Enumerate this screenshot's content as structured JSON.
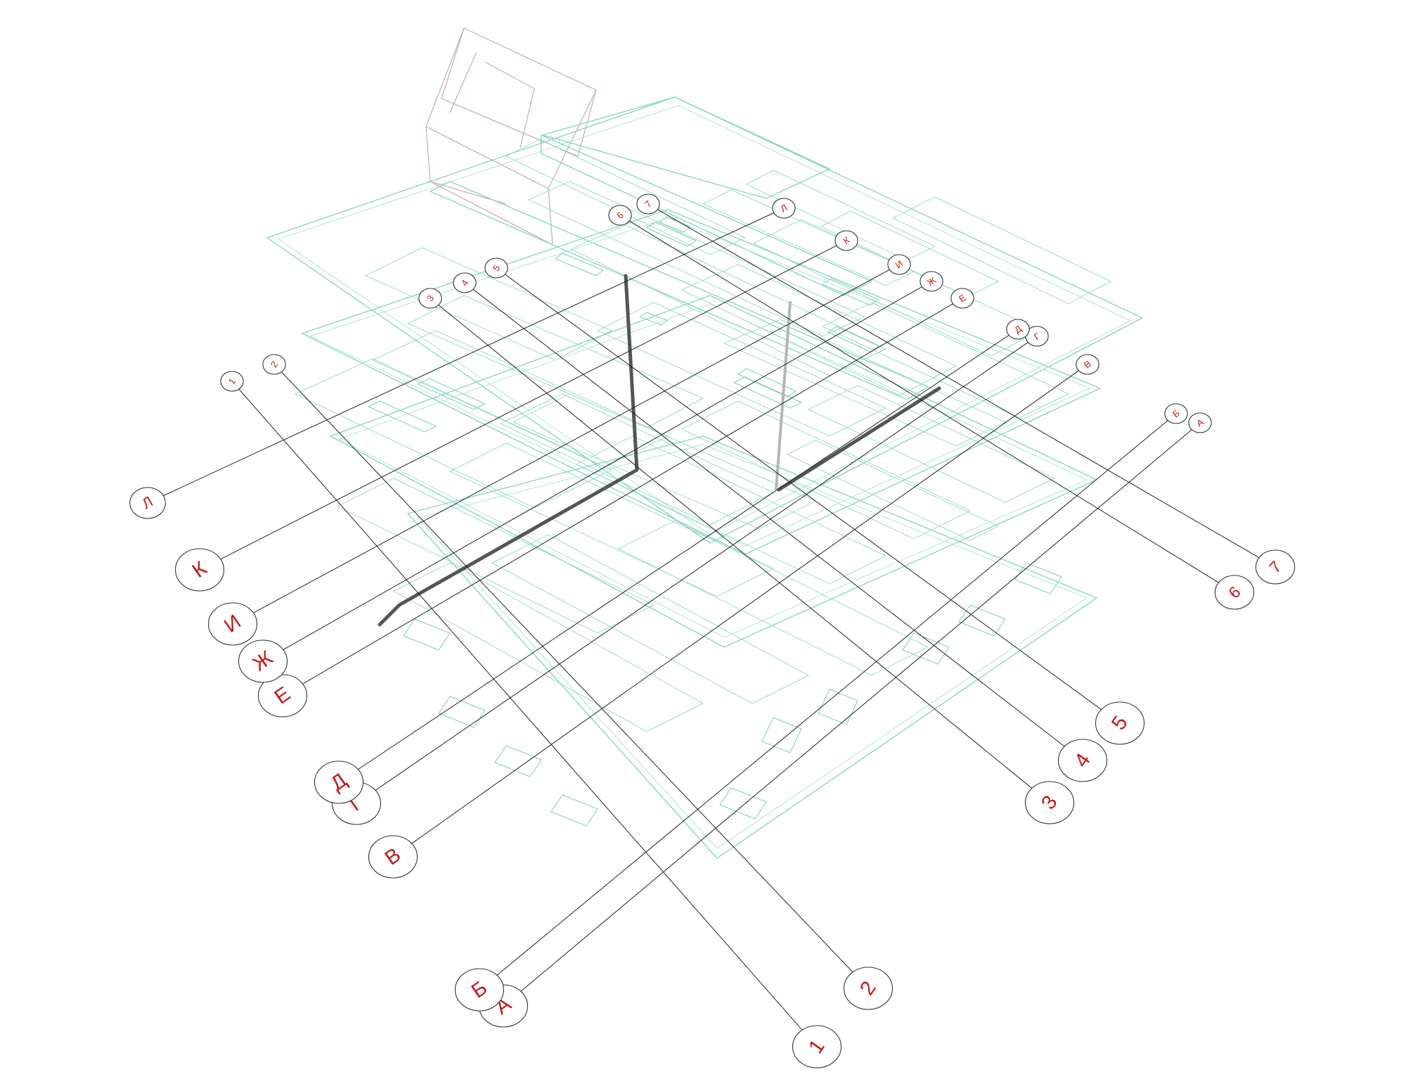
{
  "axes": [
    {
      "id": "A",
      "label": "А"
    },
    {
      "id": "B",
      "label": "Б"
    },
    {
      "id": "V",
      "label": "В"
    },
    {
      "id": "G",
      "label": "Г"
    },
    {
      "id": "D",
      "label": "Д"
    },
    {
      "id": "E",
      "label": "Е"
    },
    {
      "id": "Zh",
      "label": "Ж"
    },
    {
      "id": "I",
      "label": "И"
    },
    {
      "id": "K",
      "label": "К"
    },
    {
      "id": "L",
      "label": "Л"
    },
    {
      "id": "1",
      "label": "1"
    },
    {
      "id": "2",
      "label": "2"
    },
    {
      "id": "3",
      "label": "3"
    },
    {
      "id": "4",
      "label": "4"
    },
    {
      "id": "5",
      "label": "5"
    },
    {
      "id": "6",
      "label": "6"
    },
    {
      "id": "7",
      "label": "7"
    }
  ],
  "colors": {
    "floor_plan_lines": "#8ad6c4",
    "roof_lines": "#c9a7b7",
    "axis_lines": "#222222",
    "axis_label_text": "#c81616",
    "pipe": "#555555"
  }
}
